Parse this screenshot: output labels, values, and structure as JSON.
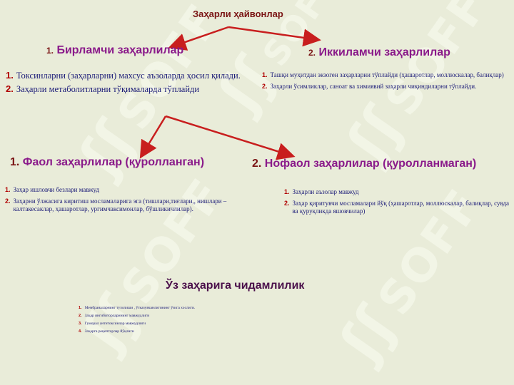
{
  "watermark": {
    "text": "SOFF",
    "icon": "soff-logo-icon"
  },
  "top_title": "Заҳарли ҳайвонлар",
  "primary": {
    "num": "1.",
    "label": "Бирламчи заҳарлилар",
    "items": [
      {
        "n": "1.",
        "text": "Токсинларни (заҳарларни) махсус аъзоларда ҳосил қилади."
      },
      {
        "n": "2.",
        "text": "Заҳарли метаболитларни тўқималарда тўплайди"
      }
    ]
  },
  "secondary": {
    "num": "2.",
    "label": "Иккиламчи заҳарлилар",
    "items": [
      {
        "n": "1.",
        "text": "Ташқи муҳитдан экзоген заҳарларни тўплайди (ҳашаротлар, моллюскалар, балиқлар)"
      },
      {
        "n": "2.",
        "text": "Заҳарли ўсимликлар, саноат ва химиявий заҳарли чиқиндиларни тўплайди."
      }
    ]
  },
  "active": {
    "num": "1.",
    "label": "Фаол заҳарлилар (қуролланган)",
    "items": [
      {
        "n": "1.",
        "text": "Заҳар ишловчи безлари мавжуд"
      },
      {
        "n": "2.",
        "text": "Заҳарни ўлжасига киритиш мосламаларига эга (тишлари,тиғлари,, нишлари – калтакесаклар, ҳашаротлар, ургимчаксимонлар, бўшликичлилар)."
      }
    ]
  },
  "passive": {
    "num": "2.",
    "label": "Нофаол заҳарлилар (қуролланмаган)",
    "items": [
      {
        "n": "1.",
        "text": "Заҳарли аъзолар мавжуд"
      },
      {
        "n": "2.",
        "text": "Заҳар қиритувчи мосламалари йўқ (ҳашаротлар, моллюскалар, балиқлар, сувда ва қуруқликда яшовчилар)"
      }
    ]
  },
  "resistance": {
    "title": "Ўз заҳарига чидамлилик",
    "items": [
      {
        "n": "1.",
        "text": "Мембраналарнинг тузилиши , ўтказувчанлигининг ўзига хослиги."
      },
      {
        "n": "2.",
        "text": "Заҳар ингибиторларининг мавжудлиги"
      },
      {
        "n": "3.",
        "text": "Гуморал антитоксинлар мавжудлиги"
      },
      {
        "n": "4.",
        "text": "Заҳарга рецепторлар йўқлиги"
      }
    ]
  },
  "colors": {
    "arrow": "#c81e1e",
    "background": "#e9ecd9",
    "heading": "#8a1a8a",
    "numbers": "#b00000",
    "body": "#1b1b78"
  }
}
